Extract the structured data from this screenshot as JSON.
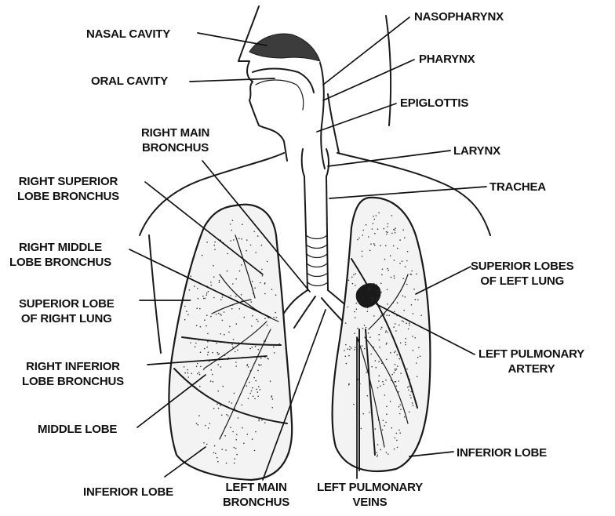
{
  "labels": {
    "nasal_cavity": "NASAL CAVITY",
    "oral_cavity": "ORAL CAVITY",
    "nasopharynx": "NASOPHARYNX",
    "pharynx": "PHARYNX",
    "epiglottis": "EPIGLOTTIS",
    "larynx": "LARYNX",
    "trachea": "TRACHEA",
    "right_main_bronchus": [
      "RIGHT MAIN",
      "BRONCHUS"
    ],
    "right_superior_lobe_bronchus": [
      "RIGHT SUPERIOR",
      "LOBE BRONCHUS"
    ],
    "right_middle_lobe_bronchus": [
      "RIGHT MIDDLE",
      "LOBE BRONCHUS"
    ],
    "superior_lobe_right_lung": [
      "SUPERIOR LOBE",
      "OF RIGHT LUNG"
    ],
    "right_inferior_lobe_bronchus": [
      "RIGHT INFERIOR",
      "LOBE BRONCHUS"
    ],
    "middle_lobe": "MIDDLE LOBE",
    "inferior_lobe_left": "INFERIOR LOBE",
    "left_main_bronchus": [
      "LEFT MAIN",
      "BRONCHUS"
    ],
    "left_pulmonary_veins": [
      "LEFT PULMONARY",
      "VEINS"
    ],
    "inferior_lobe_right": "INFERIOR LOBE",
    "superior_lobes_left_lung": [
      "SUPERIOR LOBES",
      "OF LEFT LUNG"
    ],
    "left_pulmonary_artery": [
      "LEFT PULMONARY",
      "ARTERY"
    ]
  }
}
